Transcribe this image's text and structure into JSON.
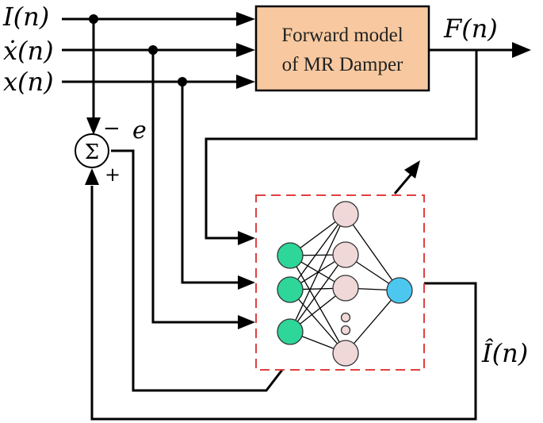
{
  "diagram": {
    "inputs": {
      "current": "I(n)",
      "velocity": "ẋ(n)",
      "displacement": "x(n)"
    },
    "forward_model": {
      "line1": "Forward model",
      "line2": "of MR Damper",
      "fill": "#f8c9a0"
    },
    "output": "F(n)",
    "estimate": "Î(n)",
    "error": "e",
    "sum_symbol": "Σ",
    "sign_minus": "−",
    "sign_plus": "+",
    "network": {
      "input_color": "#2ed69a",
      "hidden_color": "#f0d8d8",
      "output_color": "#4cc8f0",
      "frame_color": "#e04040"
    }
  }
}
